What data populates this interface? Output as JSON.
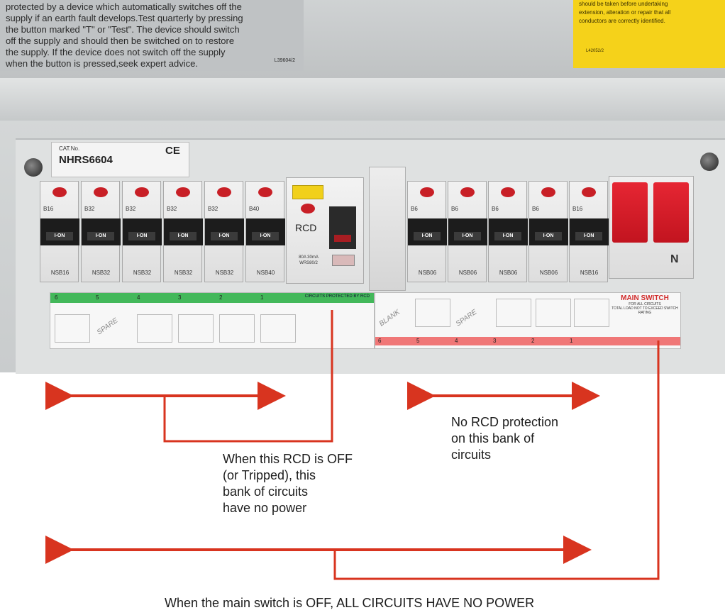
{
  "warning_label": {
    "text_lines": [
      "protected by a device which automatically switches off the",
      "supply if an earth fault develops.Test quarterly by pressing",
      "the button marked \"T\" or \"Test\". The device should switch",
      "off the supply and should then be switched on to restore",
      "the supply. If the device does not switch off the supply",
      "when the button is pressed,seek expert advice."
    ],
    "code": "L39604/2"
  },
  "yellow_label": {
    "text_lines": [
      "should be taken before undertaking",
      "extension, alteration or repair that all",
      "conductors are correctly identified."
    ],
    "code": "L42052/2"
  },
  "cat_label": {
    "cat_no": "CAT.No.",
    "model": "NHRS6604",
    "mark": "CE"
  },
  "left_breakers": [
    {
      "rating": "B16",
      "state": "I-ON",
      "model": "NSB16"
    },
    {
      "rating": "B32",
      "state": "I-ON",
      "model": "NSB32"
    },
    {
      "rating": "B32",
      "state": "I-ON",
      "model": "NSB32"
    },
    {
      "rating": "B32",
      "state": "I-ON",
      "model": "NSB32"
    },
    {
      "rating": "B32",
      "state": "I-ON",
      "model": "NSB32"
    },
    {
      "rating": "B40",
      "state": "I-ON",
      "model": "NSB40"
    }
  ],
  "rcd": {
    "label": "RCD",
    "rating": "80A 30mA WRS80/2"
  },
  "right_breakers": [
    {
      "rating": "B6",
      "state": "I-ON",
      "model": "NSB06"
    },
    {
      "rating": "B6",
      "state": "I-ON",
      "model": "NSB06"
    },
    {
      "rating": "B6",
      "state": "I-ON",
      "model": "NSB06"
    },
    {
      "rating": "B6",
      "state": "I-ON",
      "model": "NSB06"
    },
    {
      "rating": "B16",
      "state": "I-ON",
      "model": "NSB16"
    }
  ],
  "main_switch": {
    "neutral_label": "N"
  },
  "chart_left": {
    "strip_title": "CIRCUITS PROTECTED BY RCD",
    "numbers": [
      "6",
      "5",
      "4",
      "3",
      "2",
      "1"
    ],
    "handwritten": "SPARE"
  },
  "chart_right": {
    "numbers": [
      "6",
      "5",
      "4",
      "3",
      "2",
      "1"
    ],
    "handwritten": [
      "BLANK",
      "SPARE"
    ],
    "main_title": "MAIN SWITCH",
    "main_subtitle": "FOR ALL CIRCUITS",
    "main_note": "TOTAL LOAD NOT TO EXCEED SWITCH RATING"
  },
  "annotations": {
    "rcd_note": [
      "When this RCD is OFF",
      "(or Tripped), this",
      "bank of circuits",
      "have no power"
    ],
    "no_rcd_note": [
      "No RCD protection",
      "on this bank of",
      "circuits"
    ],
    "main_note": "When the main switch is OFF, ALL CIRCUITS HAVE NO POWER"
  },
  "colors": {
    "arrow": "#d8341f",
    "strip_green": "#43b85a",
    "strip_pink": "#f07777",
    "main_switch_red": "#e62633",
    "rcd_test_yellow": "#f1d01a"
  }
}
